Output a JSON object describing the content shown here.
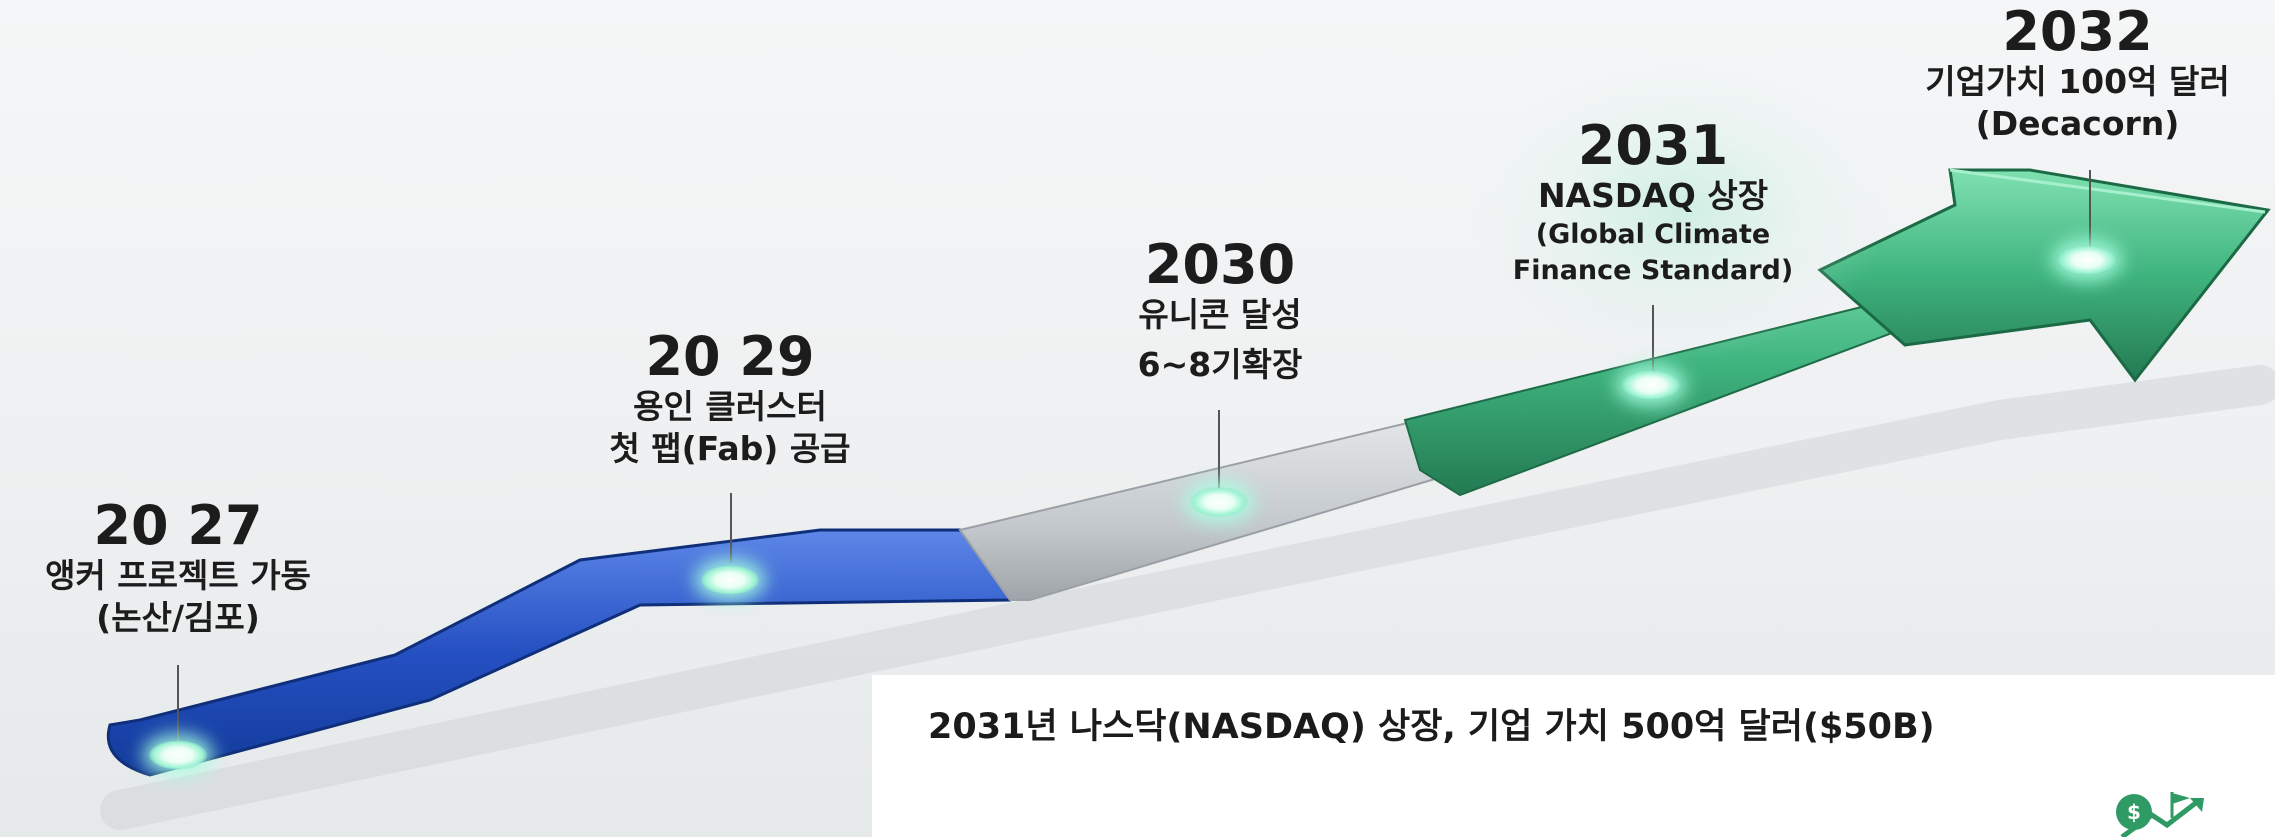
{
  "milestones": [
    {
      "year": "20 27",
      "lines": [
        "앵커 프로젝트 가동",
        "(논산/김포)"
      ]
    },
    {
      "year": "20 29",
      "lines": [
        "용인 클러스터",
        "첫 팹(Fab) 공급"
      ]
    },
    {
      "year": "2030",
      "lines": [
        "유니콘 달성",
        "6~8기확장"
      ]
    },
    {
      "year": "2031",
      "lines": [
        "NASDAQ 상장",
        "(Global Climate",
        "Finance Standard)"
      ]
    },
    {
      "year": "2032",
      "lines": [
        "기업가치 100억 달러",
        "(Decacorn)"
      ]
    }
  ],
  "banner": {
    "text": "2031년 나스닥(NASDAQ) 상장, 기업 가치 500억 달러($50B)"
  },
  "colors": {
    "blue": "#2a55c4",
    "silver": "#cfd3d6",
    "green": "#3fae7a",
    "arrow_green": "#2f9a64"
  },
  "icons": {
    "banner_icon": "money-growth-icon"
  }
}
